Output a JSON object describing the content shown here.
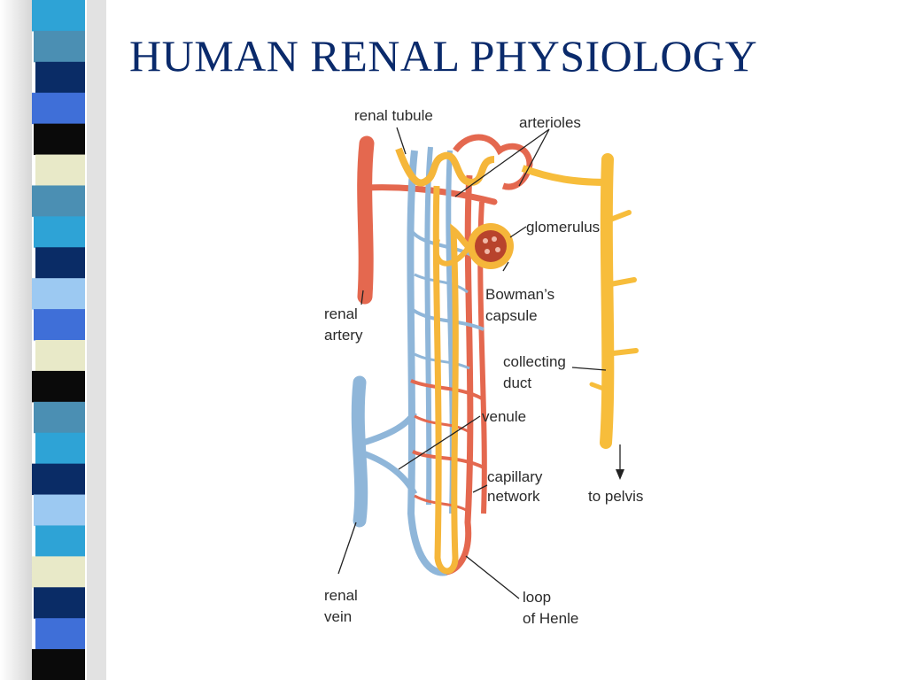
{
  "slide": {
    "title": "HUMAN RENAL PHYSIOLOGY",
    "stripe_colors": [
      "#2ea3d6",
      "#4b8fb3",
      "#0a2c66",
      "#3f6fd8",
      "#0a0a0a",
      "#e8e9c8",
      "#4b8fb3",
      "#2ea3d6",
      "#0a2c66",
      "#9cc9f2",
      "#3f6fd8",
      "#e8e9c8",
      "#0a0a0a",
      "#4b8fb3",
      "#2ea3d6",
      "#0a2c66",
      "#9cc9f2",
      "#2ea3d6",
      "#e8e9c8",
      "#0a2c66",
      "#3f6fd8",
      "#0a0a0a"
    ],
    "title_color": "#0a2a6b"
  },
  "diagram": {
    "labels": {
      "renal_tubule": "renal tubule",
      "arterioles": "arterioles",
      "glomerulus": "glomerulus",
      "bowmans_capsule_1": "Bowman’s",
      "bowmans_capsule_2": "capsule",
      "renal_artery_1": "renal",
      "renal_artery_2": "artery",
      "collecting_duct_1": "collecting",
      "collecting_duct_2": "duct",
      "venule": "venule",
      "capillary_network_1": "capillary",
      "capillary_network_2": "network",
      "to_pelvis": "to pelvis",
      "renal_vein_1": "renal",
      "renal_vein_2": "vein",
      "loop_of_henle_1": "loop",
      "loop_of_henle_2": "of Henle"
    },
    "colors": {
      "artery": "#e4684f",
      "vein": "#8fb6d9",
      "tubule": "#f5b63a",
      "duct": "#f7bd3b"
    }
  }
}
